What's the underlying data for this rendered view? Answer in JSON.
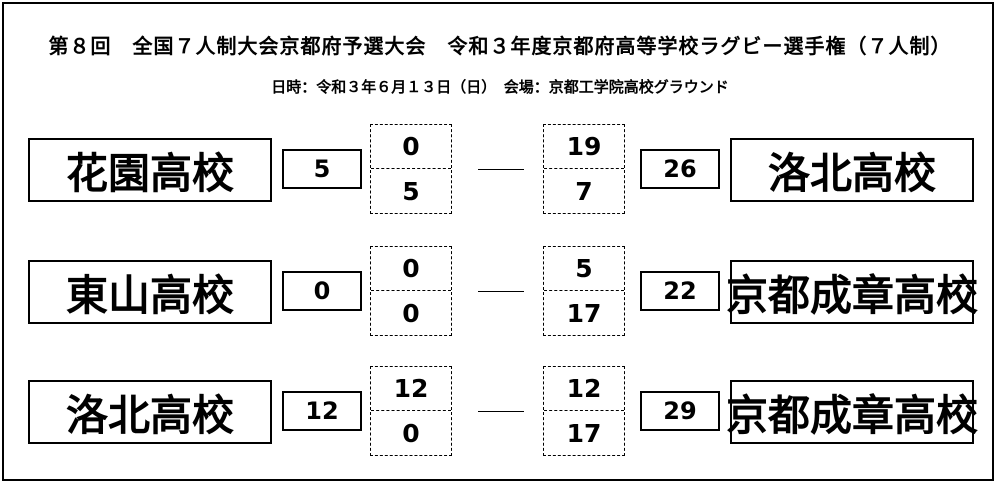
{
  "header": {
    "title": "第８回　全国７人制大会京都府予選大会　令和３年度京都府高等学校ラグビー選手権（７人制）",
    "subtitle": "日時：令和３年６月１３日（日）　会場：京都工学院高校グラウンド"
  },
  "matches": [
    {
      "left_team": "花園高校",
      "left_total": "5",
      "left_first_half": "0",
      "left_second_half": "5",
      "right_first_half": "19",
      "right_second_half": "7",
      "right_total": "26",
      "right_team": "洛北高校"
    },
    {
      "left_team": "東山高校",
      "left_total": "0",
      "left_first_half": "0",
      "left_second_half": "0",
      "right_first_half": "5",
      "right_second_half": "17",
      "right_total": "22",
      "right_team": "京都成章高校"
    },
    {
      "left_team": "洛北高校",
      "left_total": "12",
      "left_first_half": "12",
      "left_second_half": "0",
      "right_first_half": "12",
      "right_second_half": "17",
      "right_total": "29",
      "right_team": "京都成章高校"
    }
  ]
}
